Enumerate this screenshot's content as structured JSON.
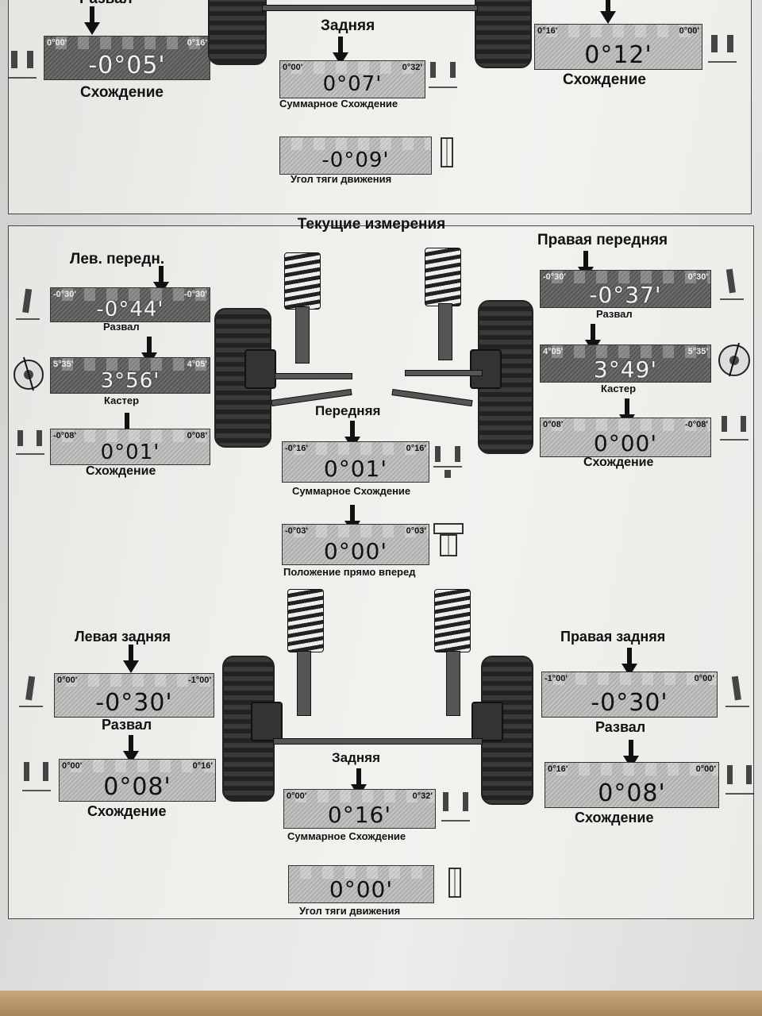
{
  "top_section": {
    "left_camber_title": "Развал",
    "left_toe": {
      "min": "0°00'",
      "max": "0°16'",
      "value": "-0°05'",
      "label": "Схождение"
    },
    "rear_title": "Задняя",
    "rear_total_toe": {
      "min": "0°00'",
      "max": "0°32'",
      "value": "0°07'",
      "label": "Суммарное Схождение"
    },
    "right_toe": {
      "min": "0°16'",
      "max": "0°00'",
      "value": "0°12'",
      "label": "Схождение"
    },
    "thrust_angle": {
      "value": "-0°09'",
      "label": "Угол тяги движения"
    }
  },
  "current": {
    "title": "Текущие измерения",
    "front_left": {
      "title": "Лев. передн.",
      "camber": {
        "min": "-0°30'",
        "max": "-0°30'",
        "value": "-0°44'",
        "label": "Развал"
      },
      "caster": {
        "min": "5°35'",
        "max": "4°05'",
        "value": "3°56'",
        "label": "Кастер"
      },
      "toe": {
        "min": "-0°08'",
        "max": "0°08'",
        "value": "0°01'",
        "label": "Схождение"
      }
    },
    "front_right": {
      "title": "Правая передняя",
      "camber": {
        "min": "-0°30'",
        "max": "0°30'",
        "value": "-0°37'",
        "label": "Развал"
      },
      "caster": {
        "min": "4°05'",
        "max": "5°35'",
        "value": "3°49'",
        "label": "Кастер"
      },
      "toe": {
        "min": "0°08'",
        "max": "-0°08'",
        "value": "0°00'",
        "label": "Схождение"
      }
    },
    "front": {
      "title": "Передняя",
      "total_toe": {
        "min": "-0°16'",
        "max": "0°16'",
        "value": "0°01'",
        "label": "Суммарное Схождение"
      },
      "straight_ahead": {
        "min": "-0°03'",
        "max": "0°03'",
        "value": "0°00'",
        "label": "Положение прямо вперед"
      }
    },
    "rear_left": {
      "title": "Левая задняя",
      "camber": {
        "min": "0°00'",
        "max": "-1°00'",
        "value": "-0°30'",
        "label": "Развал"
      },
      "toe": {
        "min": "0°00'",
        "max": "0°16'",
        "value": "0°08'",
        "label": "Схождение"
      }
    },
    "rear_right": {
      "title": "Правая задняя",
      "camber": {
        "min": "-1°00'",
        "max": "0°00'",
        "value": "-0°30'",
        "label": "Развал"
      },
      "toe": {
        "min": "0°16'",
        "max": "0°00'",
        "value": "0°08'",
        "label": "Схождение"
      }
    },
    "rear": {
      "title": "Задняя",
      "total_toe": {
        "min": "0°00'",
        "max": "0°32'",
        "value": "0°16'",
        "label": "Суммарное Схождение"
      },
      "thrust_angle": {
        "value": "0°00'",
        "label": "Угол тяги движения"
      }
    }
  },
  "icons": [
    "camber-icon",
    "caster-icon",
    "toe-icon",
    "total-toe-icon",
    "steering-icon",
    "thrust-icon"
  ]
}
